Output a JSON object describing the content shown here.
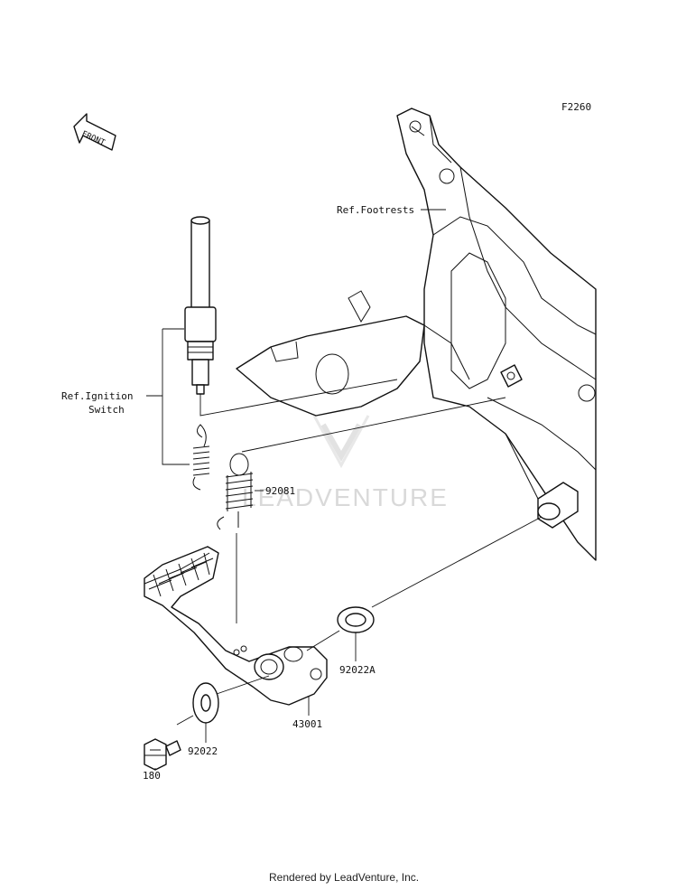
{
  "diagram_code": "F2260",
  "front_arrow_text": "FRONT",
  "labels": {
    "ref_footrests": "Ref.Footrests",
    "ref_ignition_line1": "Ref.Ignition",
    "ref_ignition_line2": "Switch",
    "p92081": "92081",
    "p92022A": "92022A",
    "p43001": "43001",
    "p92022": "92022",
    "p180": "180"
  },
  "watermark_text": "LEADVENTURE",
  "footer": "Rendered by LeadVenture, Inc."
}
